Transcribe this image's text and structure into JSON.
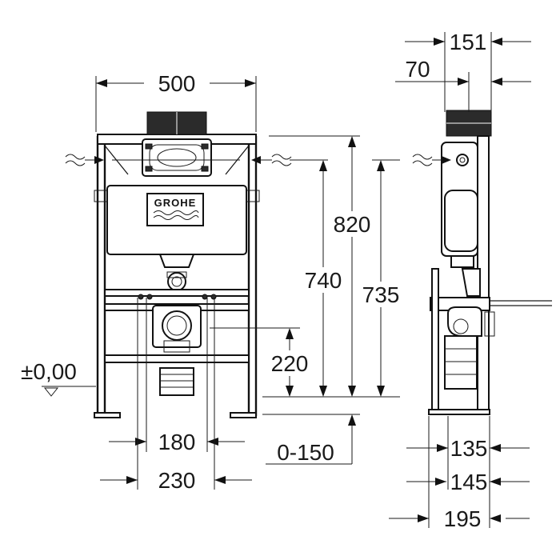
{
  "brand": "GROHE",
  "dimensions": {
    "width_frame": "500",
    "depth_top": "151",
    "depth_flush": "70",
    "height_820": "820",
    "height_740": "740",
    "height_735": "735",
    "height_220": "220",
    "floor_level": "±0,00",
    "spacing_180": "180",
    "spacing_230": "230",
    "adjust_range": "0-150",
    "depth_135": "135",
    "depth_145": "145",
    "depth_195": "195"
  }
}
